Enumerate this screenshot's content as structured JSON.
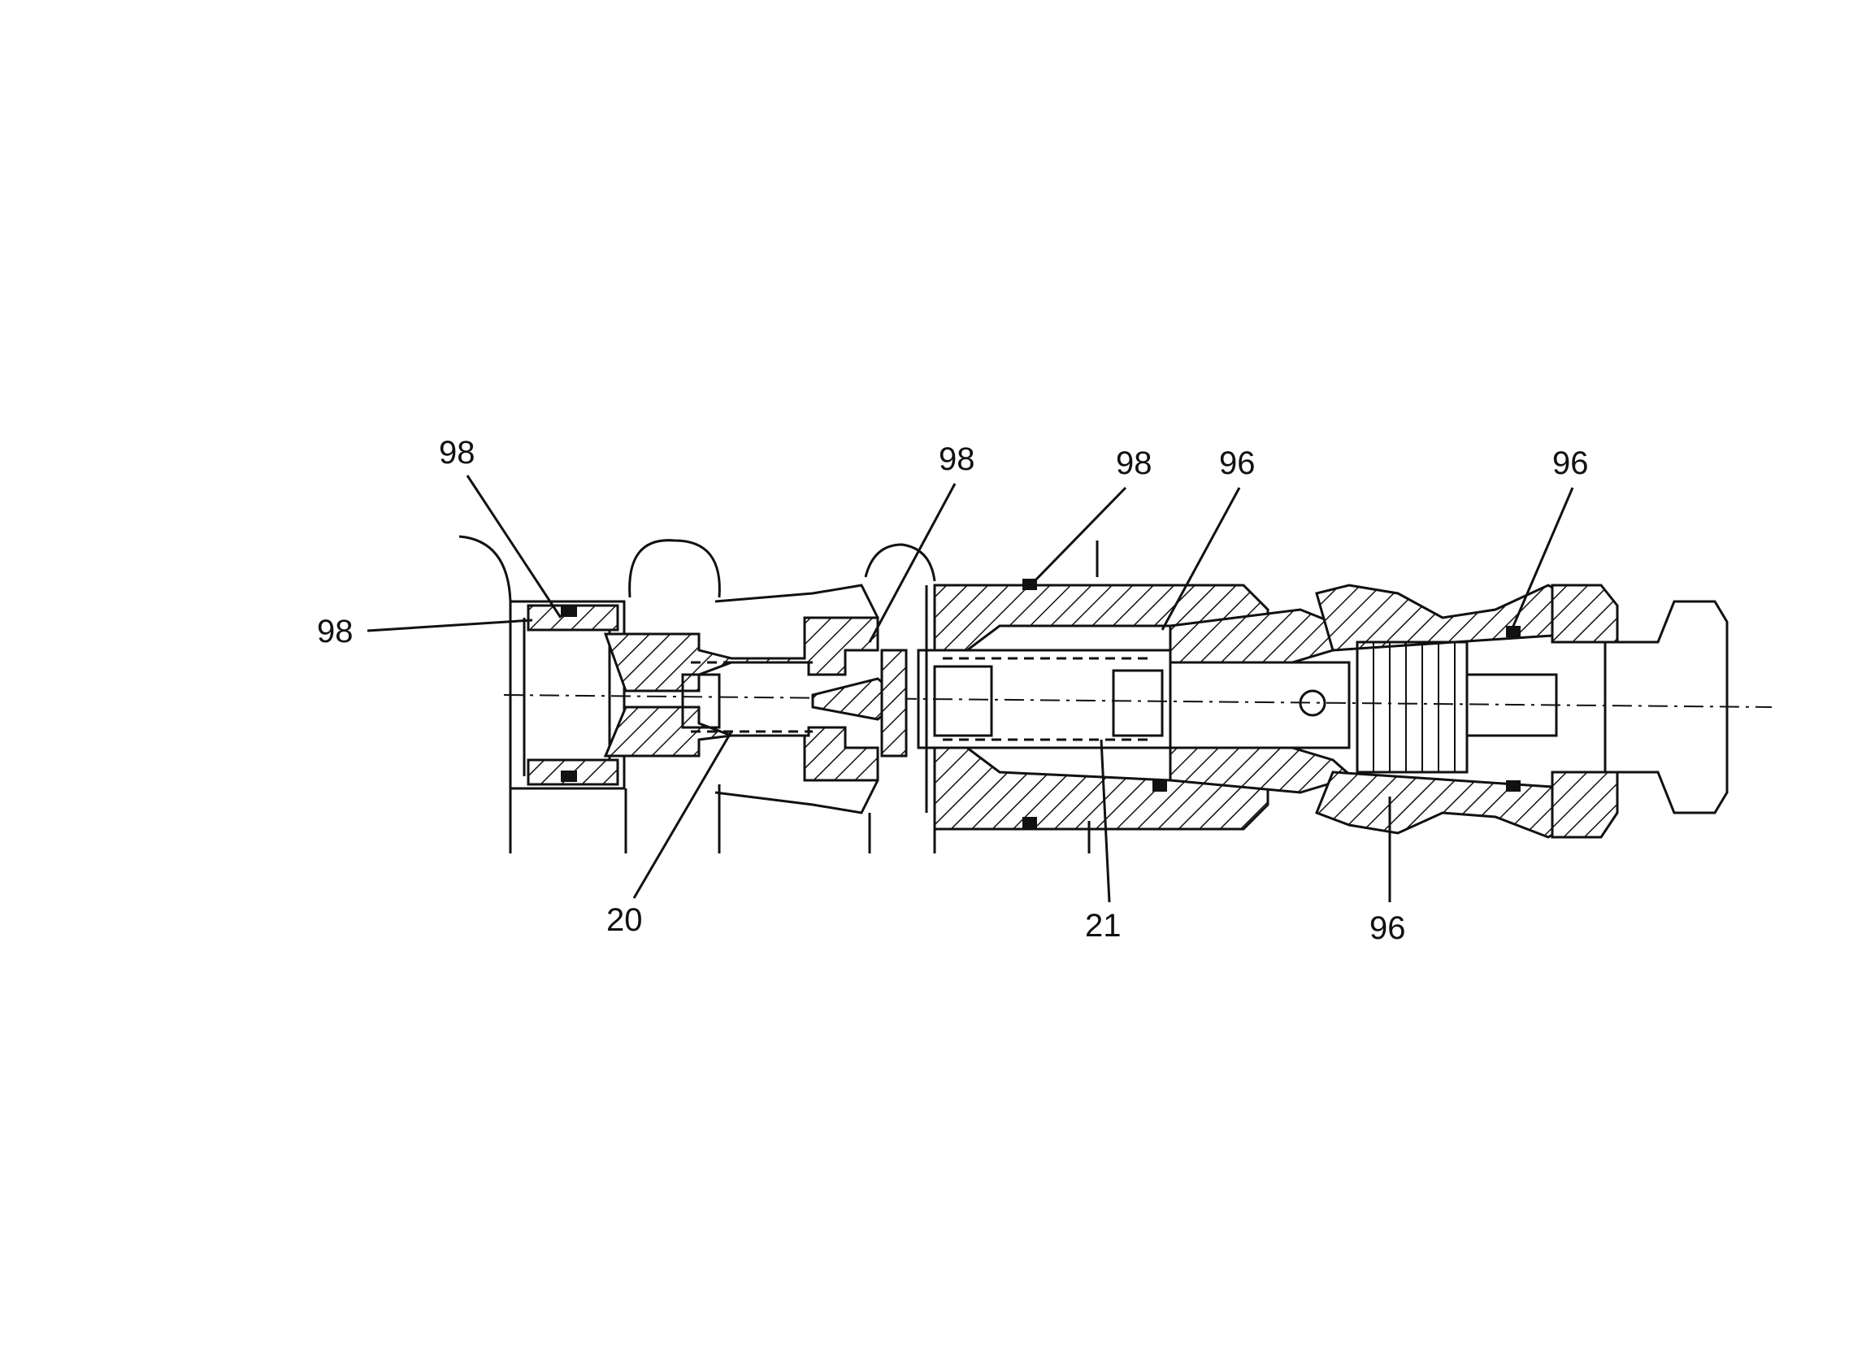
{
  "figure": {
    "reference_labels": [
      "98",
      "98",
      "98",
      "98",
      "96",
      "96",
      "96",
      "20",
      "21"
    ]
  }
}
